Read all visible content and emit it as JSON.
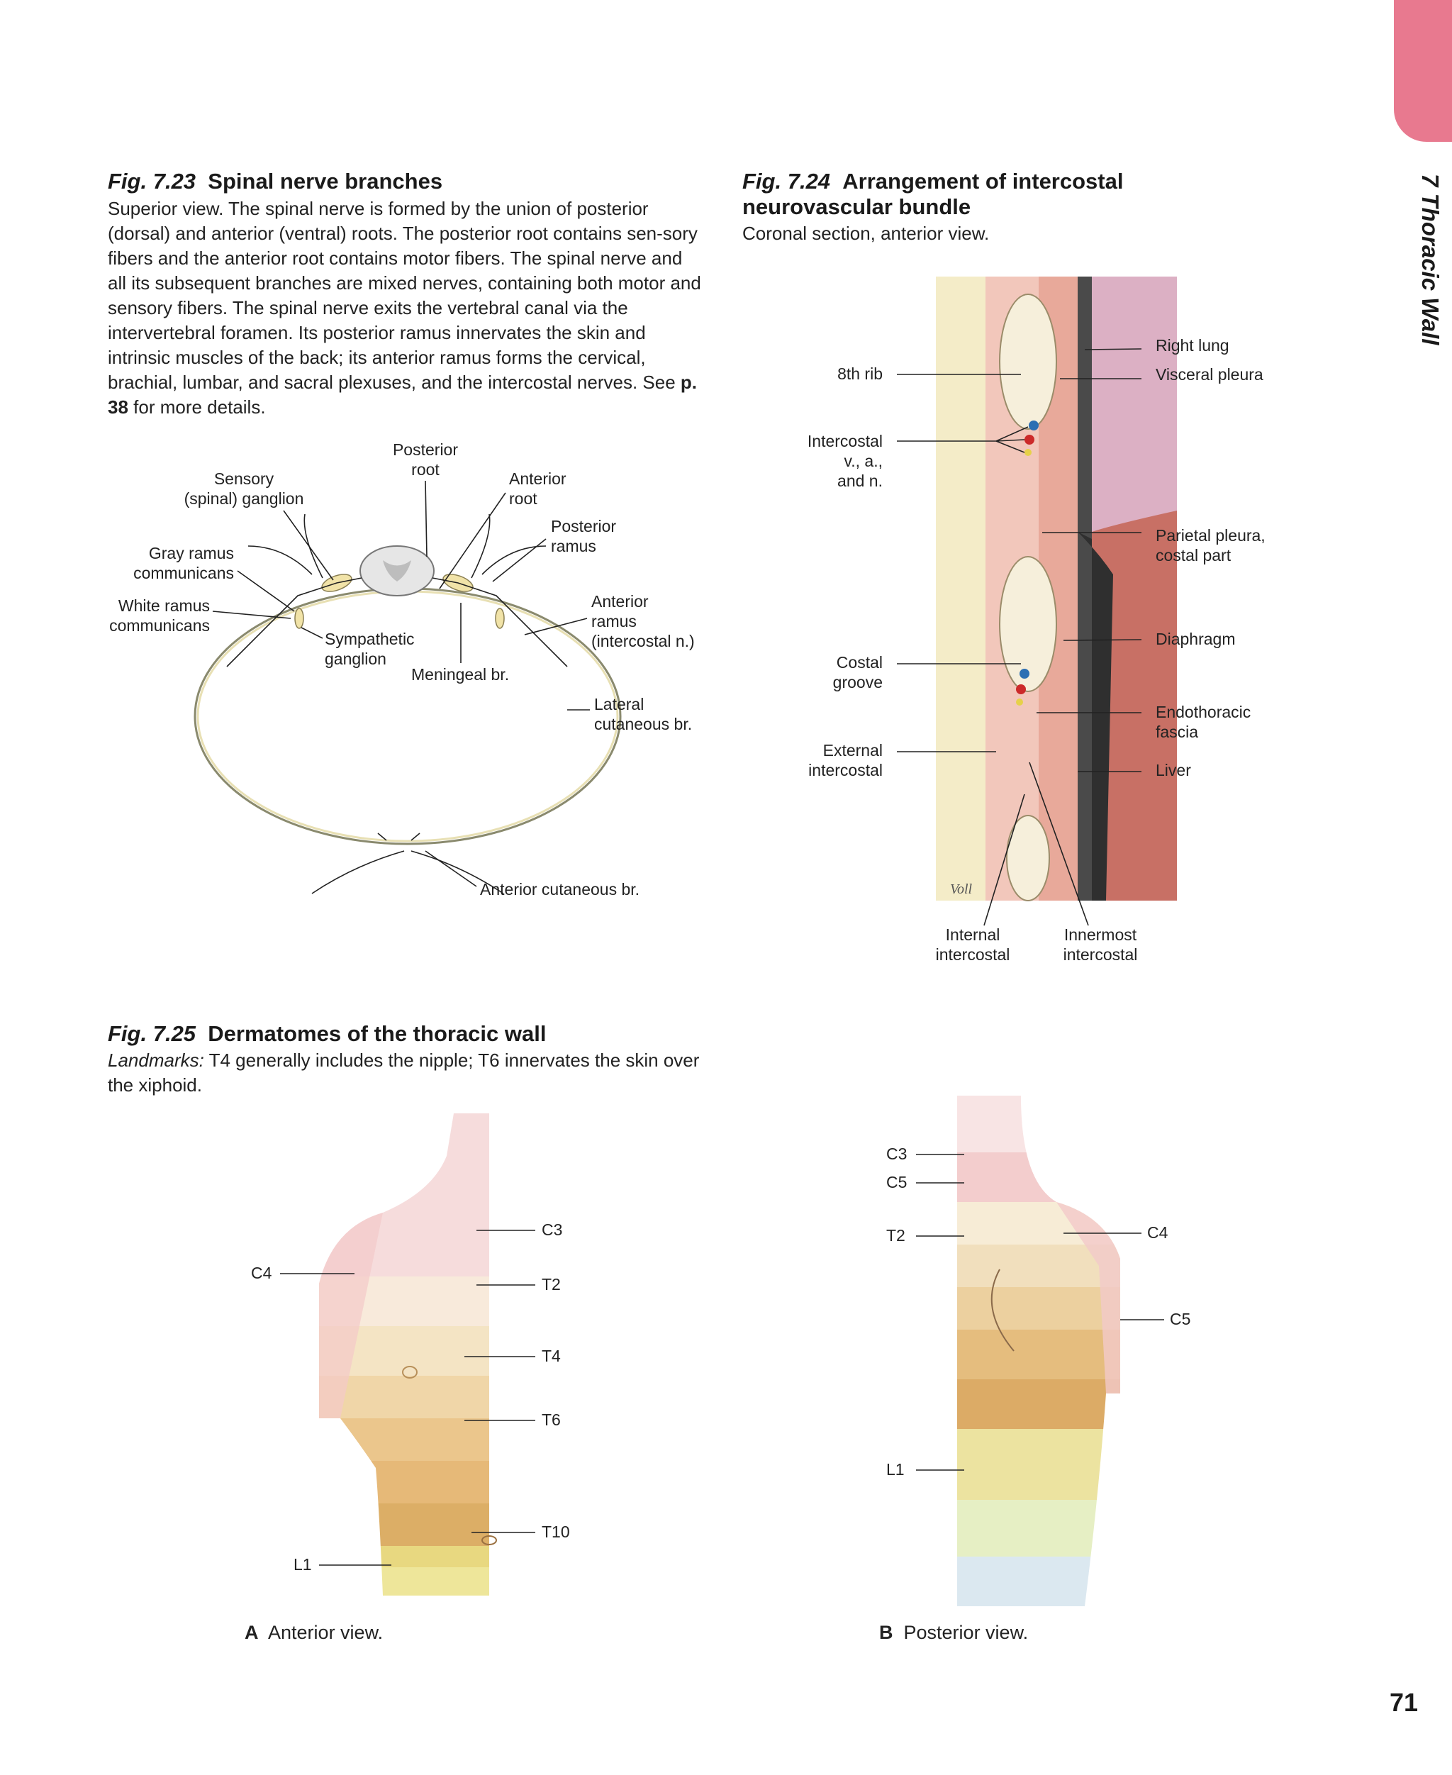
{
  "page": {
    "chapter_tab": "7 Thoracic Wall",
    "page_number": "71",
    "tab_color": "#e8798f"
  },
  "fig723": {
    "number": "Fig. 7.23",
    "title": "Spinal nerve branches",
    "caption_main": "Superior view. The spinal nerve is formed by the union of posterior (dorsal) and anterior (ventral) roots. The posterior root contains sen-sory fibers and the anterior root contains motor fibers. The spinal nerve and all its subsequent branches are mixed nerves, containing both motor and sensory fibers. The spinal nerve exits the vertebral canal via the intervertebral foramen. Its posterior ramus innervates the skin and intrinsic muscles of the back; its anterior ramus forms the cervical, brachial, lumbar, and sacral plexuses, and the intercostal nerves. See",
    "caption_ref": "p. 38",
    "caption_end": "for more details.",
    "labels": {
      "posterior_root_1": "Posterior",
      "posterior_root_2": "root",
      "sensory_1": "Sensory",
      "sensory_2": "(spinal) ganglion",
      "anterior_root_1": "Anterior",
      "anterior_root_2": "root",
      "posterior_ramus_1": "Posterior",
      "posterior_ramus_2": "ramus",
      "gray_1": "Gray ramus",
      "gray_2": "communicans",
      "white_1": "White ramus",
      "white_2": "communicans",
      "anterior_ramus_1": "Anterior",
      "anterior_ramus_2": "ramus",
      "anterior_ramus_3": "(intercostal n.)",
      "sympathetic_1": "Sympathetic",
      "sympathetic_2": "ganglion",
      "meningeal": "Meningeal br.",
      "lateral_1": "Lateral",
      "lateral_2": "cutaneous br.",
      "anterior_cutaneous": "Anterior cutaneous br."
    }
  },
  "fig724": {
    "number": "Fig. 7.24",
    "title_1": "Arrangement of intercostal",
    "title_2": "neurovascular bundle",
    "caption": "Coronal section, anterior view.",
    "labels": {
      "rib8": "8th rib",
      "intercostal_1": "Intercostal",
      "intercostal_2": "v., a.,",
      "intercostal_3": "and n.",
      "costal_1": "Costal",
      "costal_2": "groove",
      "external_1": "External",
      "external_2": "intercostal",
      "internal_1": "Internal",
      "internal_2": "intercostal",
      "innermost_1": "Innermost",
      "innermost_2": "intercostal",
      "right_lung": "Right lung",
      "visceral": "Visceral pleura",
      "parietal_1": "Parietal pleura,",
      "parietal_2": "costal part",
      "diaphragm": "Diaphragm",
      "endothoracic_1": "Endothoracic",
      "endothoracic_2": "fascia",
      "liver": "Liver",
      "signature": "Voll"
    }
  },
  "fig725": {
    "number": "Fig. 7.25",
    "title": "Dermatomes of the thoracic wall",
    "landmarks_label": "Landmarks:",
    "caption_rest": "T4 generally includes the nipple; T6 innervates the skin over the xiphoid.",
    "A": {
      "letter": "A",
      "view": "Anterior view.",
      "labels": {
        "c3": "C3",
        "c4": "C4",
        "t2": "T2",
        "t4": "T4",
        "t6": "T6",
        "t10": "T10",
        "l1": "L1"
      }
    },
    "B": {
      "letter": "B",
      "view": "Posterior view.",
      "labels": {
        "c3": "C3",
        "c5a": "C5",
        "t2": "T2",
        "c4": "C4",
        "c5b": "C5",
        "l1": "L1"
      }
    }
  }
}
